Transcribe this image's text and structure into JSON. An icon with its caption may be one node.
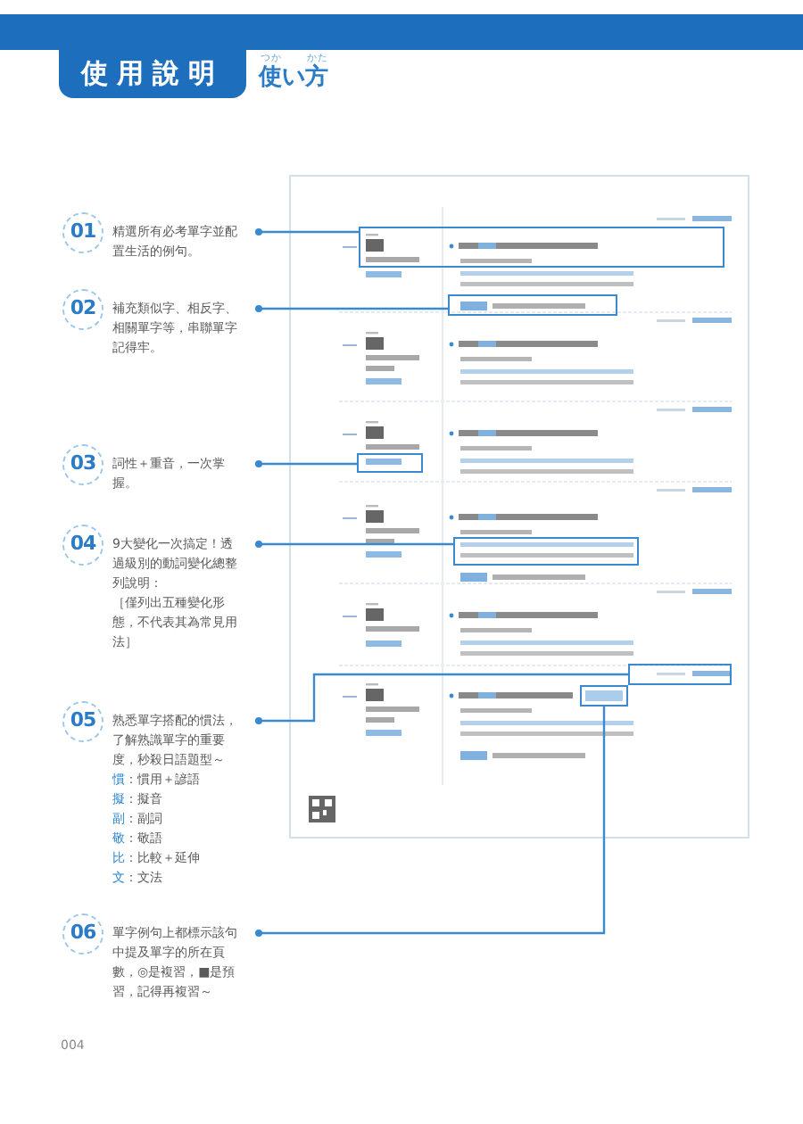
{
  "diagram": {
    "title": "使用說明",
    "nodes": [
      {
        "text": [
          "01",
          "精選所有必考單字並配置生活的例句。"
        ]
      },
      {
        "text": [
          "02",
          "補充類似字、相反字、相關單字等，串聯單字記得牢。"
        ]
      },
      {
        "text": [
          "03",
          "詞性＋重音，一次掌握。"
        ]
      },
      {
        "text": [
          "04",
          "9大變化一次搞定！透過級別的動詞變化總整列說明：",
          "［僅列出五種變化形態，不代表其為常見用法］"
        ]
      },
      {
        "text": [
          "05",
          "熟悉單字搭配的慣法，了解熟識單字的重要度，秒殺日語題型～"
        ]
      },
      {
        "text": [
          "06",
          "單字例句上都標示該句中提及單字的所在頁數，◎是複習，■是預習，記得再複習～"
        ]
      },
      {
        "text": [],
        "shape": "picture"
      },
      {
        "text": [],
        "shape": "box",
        "in": 6
      },
      {
        "text": [],
        "shape": "box",
        "in": 6
      },
      {
        "text": [],
        "shape": "box",
        "in": 6
      },
      {
        "text": [],
        "shape": "box",
        "in": 6
      },
      {
        "text": [],
        "shape": "box",
        "in": 6
      },
      {
        "text": [],
        "shape": "box",
        "in": 6
      }
    ],
    "edges": [
      {
        "from": 0,
        "to": 7,
        "arrow": "other"
      },
      {
        "from": 1,
        "to": 8,
        "arrow": "other"
      },
      {
        "from": 2,
        "to": 9,
        "arrow": "other"
      },
      {
        "from": 3,
        "to": 10,
        "arrow": "other"
      },
      {
        "from": 4,
        "to": 11,
        "arrow": "other"
      },
      {
        "from": 5,
        "to": 12,
        "arrow": "other"
      }
    ],
    "labels": [
      "つか",
      "かた",
      "使い方",
      "慣：慣用＋諺語",
      "擬：擬音",
      "副：副詞",
      "敬：敬語",
      "比：比較＋延伸",
      "文：文法",
      "004"
    ]
  }
}
